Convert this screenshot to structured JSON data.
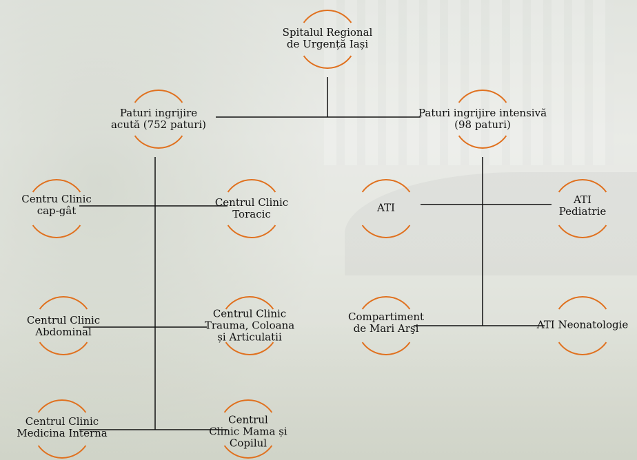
{
  "colors": {
    "arc": "#e0711f",
    "connector": "#111111",
    "text": "#111111"
  },
  "nodes": [
    {
      "id": "root",
      "lines": [
        "Spitalul Regional",
        "de Urgență Iași"
      ]
    },
    {
      "id": "acute",
      "lines": [
        "Paturi ingrijire",
        "acută (752 paturi)"
      ]
    },
    {
      "id": "intensive",
      "lines": [
        "Paturi ingrijire intensivă",
        "(98 paturi)"
      ]
    },
    {
      "id": "cap-gat",
      "lines": [
        "Centru Clinic",
        "cap-gât"
      ]
    },
    {
      "id": "toracic",
      "lines": [
        "Centrul Clinic",
        "Toracic"
      ]
    },
    {
      "id": "abdominal",
      "lines": [
        "Centrul Clinic",
        "Abdominal"
      ]
    },
    {
      "id": "trauma",
      "lines": [
        "Centrul Clinic",
        "Trauma, Coloana",
        "și Articulatii"
      ]
    },
    {
      "id": "medicina-interna",
      "lines": [
        "Centrul Clinic",
        "Medicina Interna"
      ]
    },
    {
      "id": "mama-copil",
      "lines": [
        "Centrul",
        "Clinic Mama și",
        "Copilul"
      ]
    },
    {
      "id": "ati",
      "lines": [
        "ATI"
      ]
    },
    {
      "id": "ati-pediatrie",
      "lines": [
        "ATI",
        "Pediatrie"
      ]
    },
    {
      "id": "mari-arsi",
      "lines": [
        "Compartiment",
        "de Mari Arşi"
      ]
    },
    {
      "id": "ati-neonatologie",
      "lines": [
        "ATI Neonatologie"
      ]
    }
  ]
}
